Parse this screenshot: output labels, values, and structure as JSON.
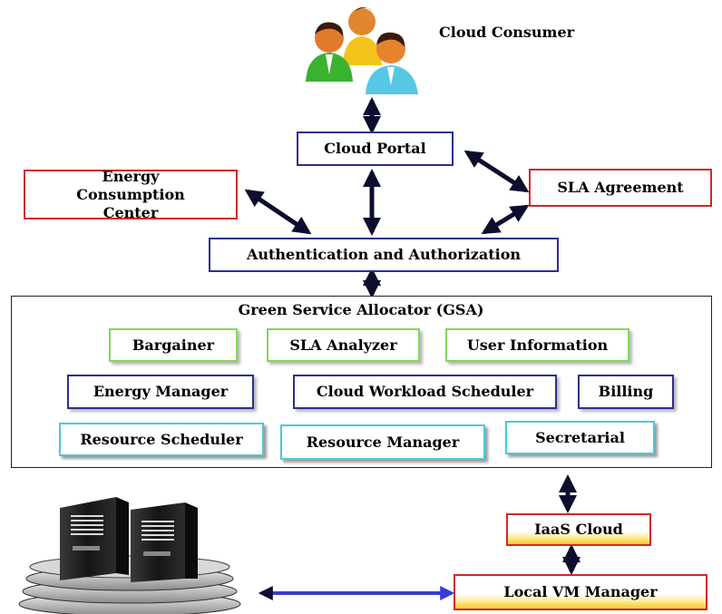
{
  "diagram": {
    "cloud_consumer": "Cloud Consumer",
    "cloud_portal": "Cloud Portal",
    "energy_consumption_center": "Energy Consumption Center",
    "sla_agreement": "SLA Agreement",
    "auth": "Authentication and Authorization",
    "gsa_title": "Green Service Allocator (GSA)",
    "gsa_modules": {
      "bargainer": "Bargainer",
      "sla_analyzer": "SLA Analyzer",
      "user_information": "User Information",
      "energy_manager": "Energy Manager",
      "cloud_workload_scheduler": "Cloud Workload Scheduler",
      "billing": "Billing",
      "resource_scheduler": "Resource Scheduler",
      "resource_manager": "Resource Manager",
      "secretarial": "Secretarial"
    },
    "iaas_cloud": "IaaS Cloud",
    "local_vm_manager": "Local VM Manager"
  },
  "colors": {
    "navy": "#2b2f8f",
    "red": "#cc2a2a",
    "green": "#7ed957",
    "cyan": "#4cc9d6",
    "yellow": "#f6c91d",
    "arrow_dark": "#0d0d2e",
    "arrow_blue": "#3b3bd4"
  },
  "icons": [
    "users-icon",
    "servers-icon"
  ]
}
